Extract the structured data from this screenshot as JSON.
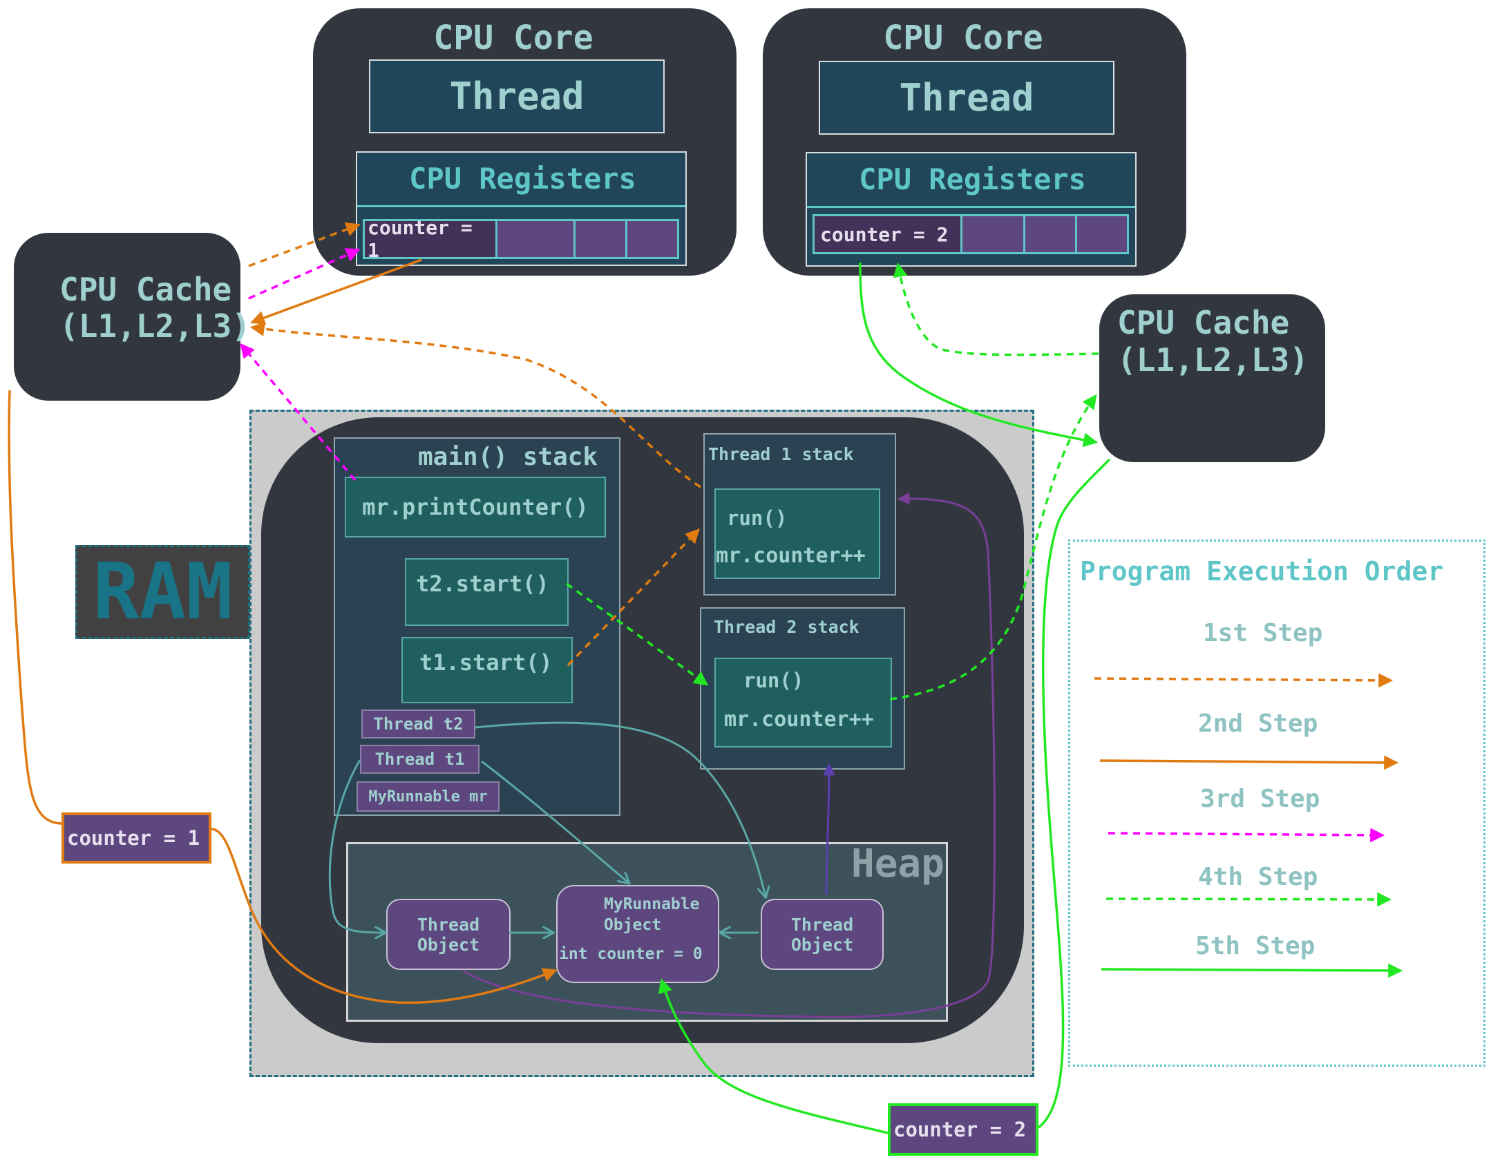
{
  "cores": [
    {
      "title": "CPU Core",
      "thread": "Thread",
      "registers": "CPU Registers",
      "counter": "counter = 1"
    },
    {
      "title": "CPU Core",
      "thread": "Thread",
      "registers": "CPU Registers",
      "counter": "counter = 2"
    }
  ],
  "caches": [
    {
      "line1": "CPU Cache",
      "line2": "(L1,L2,L3)"
    },
    {
      "line1": "CPU Cache",
      "line2": "(L1,L2,L3)"
    }
  ],
  "ram": {
    "label": "RAM"
  },
  "main_stack": {
    "title": "main() stack",
    "print_counter": "mr.printCounter()",
    "t2_start": "t2.start()",
    "t1_start": "t1.start()",
    "thread_t2": "Thread t2",
    "thread_t1": "Thread t1",
    "myrunnable": "MyRunnable mr"
  },
  "thread1_stack": {
    "title": "Thread 1 stack",
    "run": "run()",
    "increment": "mr.counter++"
  },
  "thread2_stack": {
    "title": "Thread 2 stack",
    "run": "run()",
    "increment": "mr.counter++"
  },
  "heap": {
    "title": "Heap",
    "thread_obj_left": {
      "line1": "Thread",
      "line2": "Object"
    },
    "myrunnable_obj": {
      "line1": "MyRunnable",
      "line2": "Object",
      "line3": "int counter = 0"
    },
    "thread_obj_right": {
      "line1": "Thread",
      "line2": "Object"
    }
  },
  "counter_left": "counter = 1",
  "counter_bottom": "counter = 2",
  "legend": {
    "title": "Program Execution Order",
    "steps": [
      {
        "label": "1st Step",
        "color": "#e07b12",
        "style": "dashed"
      },
      {
        "label": "2nd Step",
        "color": "#e07b12",
        "style": "solid"
      },
      {
        "label": "3rd Step",
        "color": "#ff00ff",
        "style": "dashed"
      },
      {
        "label": "4th Step",
        "color": "#22e822",
        "style": "dashed"
      },
      {
        "label": "5th Step",
        "color": "#22e822",
        "style": "solid"
      }
    ]
  },
  "colors": {
    "dark": "#32373f",
    "teal": "#1f5f5e",
    "purple": "#5e477f",
    "orange": "#e07b12",
    "magenta": "#ff00ff",
    "green": "#22e822",
    "violet": "#7a3f98",
    "link": "#5aa8a6"
  }
}
